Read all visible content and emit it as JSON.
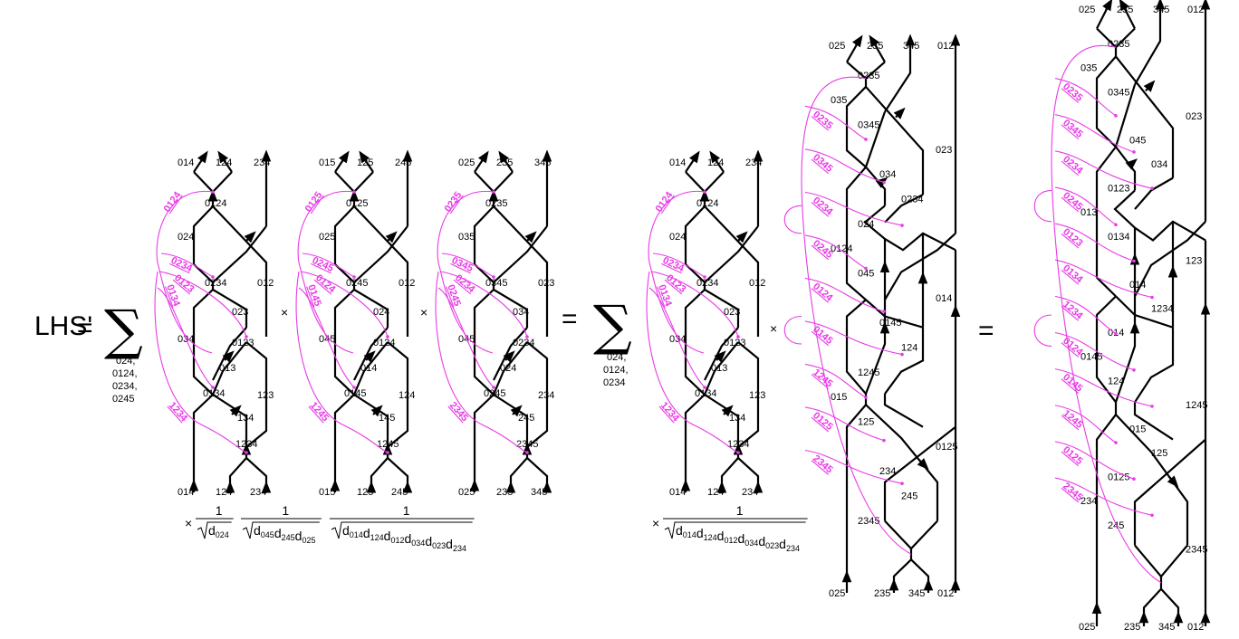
{
  "equation": {
    "lhs": "LHS'",
    "equals": "=",
    "times": "×",
    "sum1_indices": [
      "024,",
      "0124,",
      "0234,",
      "0245"
    ],
    "sum2_indices": [
      "024,",
      "0124,",
      "0234"
    ],
    "coef1": [
      {
        "prefix": "×",
        "num": "1",
        "den": [
          [
            "d",
            "024"
          ]
        ]
      },
      {
        "prefix": "",
        "num": "1",
        "den": [
          [
            "d",
            "045"
          ],
          [
            "d",
            "245"
          ],
          [
            "d",
            "025"
          ]
        ]
      },
      {
        "prefix": "",
        "num": "1",
        "den": [
          [
            "d",
            "014"
          ],
          [
            "d",
            "124"
          ],
          [
            "d",
            "012"
          ],
          [
            "d",
            "034"
          ],
          [
            "d",
            "023"
          ],
          [
            "d",
            "234"
          ]
        ]
      }
    ],
    "coef2": {
      "prefix": "×",
      "num": "1",
      "den": [
        [
          "d",
          "014"
        ],
        [
          "d",
          "124"
        ],
        [
          "d",
          "012"
        ],
        [
          "d",
          "034"
        ],
        [
          "d",
          "023"
        ],
        [
          "d",
          "234"
        ]
      ]
    }
  },
  "diagrams": [
    {
      "id": "A",
      "top_labels": [
        "014",
        "124",
        "234"
      ],
      "bottom_labels": [
        "014",
        "124",
        "234"
      ],
      "inner_labels": [
        "0124",
        "024",
        "0234",
        "012",
        "023",
        "0123",
        "034",
        "013",
        "0134",
        "123",
        "134",
        "1234"
      ],
      "pink_labels": [
        "0124",
        "0234",
        "0123",
        "0134",
        "1234"
      ]
    },
    {
      "id": "B",
      "top_labels": [
        "015",
        "125",
        "245"
      ],
      "bottom_labels": [
        "015",
        "125",
        "245"
      ],
      "inner_labels": [
        "0125",
        "025",
        "0245",
        "012",
        "024",
        "0124",
        "045",
        "014",
        "0145",
        "124",
        "145",
        "1245"
      ],
      "pink_labels": [
        "0125",
        "0245",
        "0124",
        "0145",
        "1245"
      ]
    },
    {
      "id": "C",
      "top_labels": [
        "025",
        "235",
        "345"
      ],
      "bottom_labels": [
        "025",
        "235",
        "345"
      ],
      "inner_labels": [
        "0235",
        "035",
        "0345",
        "023",
        "034",
        "0234",
        "045",
        "024",
        "0245",
        "234",
        "245",
        "2345"
      ],
      "pink_labels": [
        "0235",
        "0345",
        "0234",
        "0245",
        "2345"
      ]
    },
    {
      "id": "D",
      "top_labels": [
        "014",
        "124",
        "234"
      ],
      "bottom_labels": [
        "014",
        "124",
        "234"
      ],
      "inner_labels": [
        "0124",
        "024",
        "0234",
        "012",
        "023",
        "0123",
        "034",
        "013",
        "0134",
        "123",
        "134",
        "1234"
      ],
      "pink_labels": [
        "0124",
        "0234",
        "0123",
        "0134",
        "1234"
      ]
    },
    {
      "id": "E",
      "top_labels": [
        "025",
        "235",
        "345",
        "012"
      ],
      "bottom_labels": [
        "025",
        "235",
        "345",
        "012"
      ],
      "inner_labels": [
        "0235",
        "035",
        "0345",
        "023",
        "034",
        "0234",
        "024",
        "0124",
        "045",
        "014",
        "0145",
        "124",
        "1245",
        "015",
        "125",
        "0125",
        "234",
        "245",
        "2345"
      ],
      "pink_labels": [
        "0235",
        "0345",
        "0234",
        "0245",
        "0124",
        "0145",
        "1245",
        "0125",
        "2345"
      ]
    },
    {
      "id": "F",
      "top_labels": [
        "025",
        "235",
        "345",
        "012"
      ],
      "bottom_labels": [
        "025",
        "235",
        "345",
        "012"
      ],
      "inner_labels": [
        "0235",
        "035",
        "0345",
        "023",
        "045",
        "034",
        "0123",
        "013",
        "0134",
        "123",
        "014",
        "1234",
        "014",
        "0145",
        "124",
        "1245",
        "015",
        "125",
        "0125",
        "234",
        "245",
        "2345"
      ],
      "pink_labels": [
        "0235",
        "0345",
        "0234",
        "0245",
        "0123",
        "0134",
        "1234",
        "0124",
        "0145",
        "1245",
        "0125",
        "2345"
      ]
    }
  ]
}
